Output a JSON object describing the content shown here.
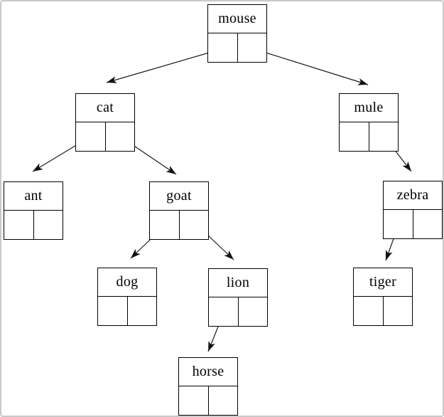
{
  "frame": {
    "background_color": "#ffffff",
    "border_color": "#c9c9c9"
  },
  "diagram": {
    "type": "binary-search-tree",
    "line_color": "#1a1a1a",
    "box_border_color": "#000000",
    "nodes": [
      {
        "id": "mouse",
        "label": "mouse",
        "left": "cat",
        "right": "mule"
      },
      {
        "id": "cat",
        "label": "cat",
        "left": "ant",
        "right": "goat"
      },
      {
        "id": "mule",
        "label": "mule",
        "left": null,
        "right": "zebra"
      },
      {
        "id": "ant",
        "label": "ant",
        "left": null,
        "right": null
      },
      {
        "id": "goat",
        "label": "goat",
        "left": "dog",
        "right": "lion"
      },
      {
        "id": "zebra",
        "label": "zebra",
        "left": "tiger",
        "right": null
      },
      {
        "id": "dog",
        "label": "dog",
        "left": null,
        "right": null
      },
      {
        "id": "lion",
        "label": "lion",
        "left": "horse",
        "right": null
      },
      {
        "id": "tiger",
        "label": "tiger",
        "left": null,
        "right": null
      },
      {
        "id": "horse",
        "label": "horse",
        "left": null,
        "right": null
      }
    ]
  }
}
